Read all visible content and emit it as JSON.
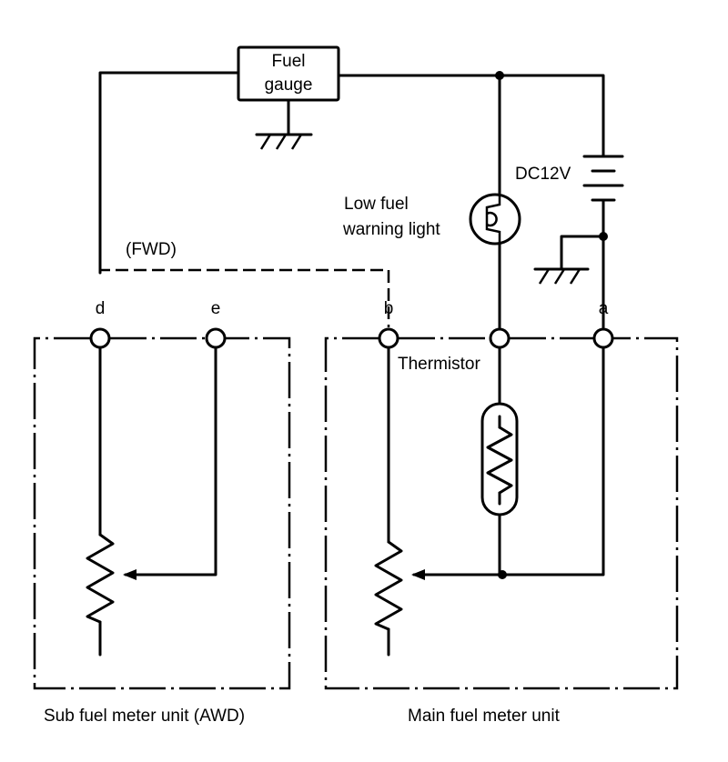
{
  "labels": {
    "fuel_gauge_line1": "Fuel",
    "fuel_gauge_line2": "gauge",
    "battery": "DC12V",
    "warning_light_line1": "Low fuel",
    "warning_light_line2": "warning light",
    "fwd": "(FWD)",
    "thermistor": "Thermistor",
    "terminal_d": "d",
    "terminal_e": "e",
    "terminal_b": "b",
    "terminal_a": "a",
    "sub_unit": "Sub fuel meter unit (AWD)",
    "main_unit": "Main fuel meter unit"
  },
  "icons": {
    "ground": "ground-icon",
    "battery": "battery-icon",
    "lamp": "lamp-icon",
    "resistor": "variable-resistor-icon",
    "thermistor": "thermistor-icon"
  }
}
